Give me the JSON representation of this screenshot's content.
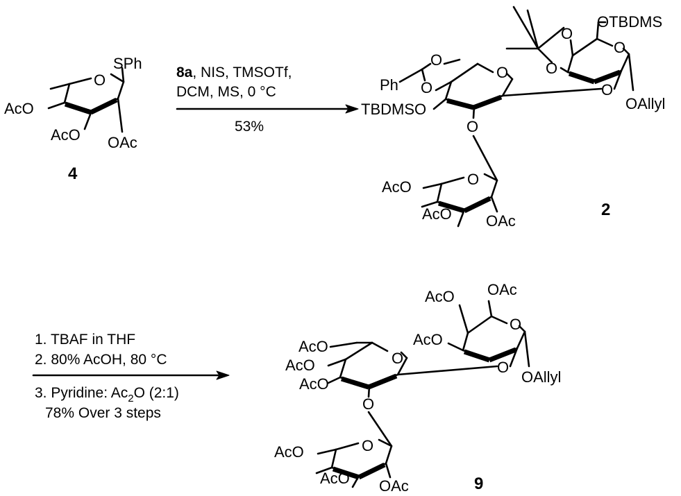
{
  "reaction1": {
    "reagent_bold": "8a",
    "reagent_rest": ", NIS, TMSOTf,",
    "conditions_line2": "DCM, MS, 0 °C",
    "yield": "53%"
  },
  "reaction2": {
    "step1": "1. TBAF in THF",
    "step2": "2. 80% AcOH, 80 °C",
    "step3_prefix": "3. Pyridine: Ac",
    "step3_sub": "2",
    "step3_suffix": "O (2:1)",
    "yield": "78% Over 3 steps"
  },
  "compounds": {
    "donor": {
      "number": "4",
      "labels": {
        "sph": "SPh",
        "aco_left": "AcO",
        "aco_bottom": "AcO",
        "oac": "OAc",
        "ring_o": "O"
      }
    },
    "product_2": {
      "number": "2",
      "labels": {
        "ph": "Ph",
        "o_benzylidene": "O",
        "o_ring_gal_left": "O",
        "tbdmso": "TBDMSO",
        "o_ring_glc": "O",
        "o_link": "O",
        "otbdms": "OTBDMS",
        "o_iso_top": "O",
        "o_iso_bottom": "O",
        "o_ring_gal": "O",
        "oallyl": "OAllyl",
        "fuc_ring_o": "O",
        "fuc_aco_left": "AcO",
        "fuc_aco_bottom": "AcO",
        "fuc_oac": "OAc"
      }
    },
    "product_9": {
      "number": "9",
      "labels": {
        "aco_top": "AcO",
        "oac_top": "OAc",
        "o_ring_gal": "O",
        "aco_gal_left": "AcO",
        "oallyl": "OAllyl",
        "o_gal_bottom": "O",
        "aco_glc_1": "AcO",
        "aco_glc_2": "AcO",
        "aco_glc_3": "AcO",
        "o_ring_glc": "O",
        "o_link": "O",
        "fuc_ring_o": "O",
        "fuc_aco_left": "AcO",
        "fuc_aco_bottom": "AcO",
        "fuc_oac": "OAc"
      }
    }
  }
}
